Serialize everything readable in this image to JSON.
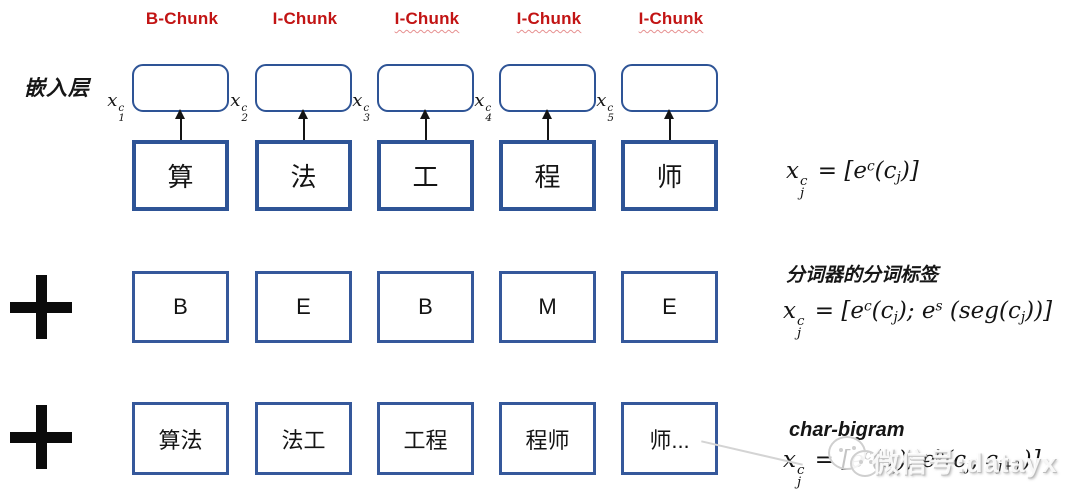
{
  "header": {
    "labels": [
      {
        "text": "B-Chunk",
        "underline": false
      },
      {
        "text": "I-Chunk",
        "underline": false
      },
      {
        "text": "I-Chunk",
        "underline": true
      },
      {
        "text": "I-Chunk",
        "underline": true
      },
      {
        "text": "I-Chunk",
        "underline": true
      }
    ]
  },
  "embedding": {
    "label": "嵌入层",
    "vectors": [
      {
        "tokens": [
          {
            "s": "n",
            "t": "x"
          },
          {
            "s": "stack",
            "a": "c",
            "b": "1"
          }
        ]
      },
      {
        "tokens": [
          {
            "s": "n",
            "t": "x"
          },
          {
            "s": "stack",
            "a": "c",
            "b": "2"
          }
        ]
      },
      {
        "tokens": [
          {
            "s": "n",
            "t": "x"
          },
          {
            "s": "stack",
            "a": "c",
            "b": "3"
          }
        ]
      },
      {
        "tokens": [
          {
            "s": "n",
            "t": "x"
          },
          {
            "s": "stack",
            "a": "c",
            "b": "4"
          }
        ]
      },
      {
        "tokens": [
          {
            "s": "n",
            "t": "x"
          },
          {
            "s": "stack",
            "a": "c",
            "b": "5"
          }
        ]
      }
    ]
  },
  "rows": {
    "characters": [
      "算",
      "法",
      "工",
      "程",
      "师"
    ],
    "seg_labels": [
      "B",
      "E",
      "B",
      "M",
      "E"
    ],
    "bigrams": [
      "算法",
      "法工",
      "工程",
      "程师",
      "师..."
    ]
  },
  "operators": {
    "plus": "+"
  },
  "annotations": {
    "seg_title": "分词器的分词标签",
    "bigram_title": "char-bigram"
  },
  "formulas": {
    "char": {
      "tokens": [
        {
          "s": "n",
          "t": "x"
        },
        {
          "s": "stack",
          "a": "c",
          "b": "j"
        },
        {
          "s": "n",
          "t": " = [e"
        },
        {
          "s": "sup",
          "t": "c"
        },
        {
          "s": "n",
          "t": "(c"
        },
        {
          "s": "sub",
          "t": "j"
        },
        {
          "s": "n",
          "t": ")]"
        }
      ]
    },
    "seg": {
      "tokens": [
        {
          "s": "n",
          "t": "x"
        },
        {
          "s": "stack",
          "a": "c",
          "b": "j"
        },
        {
          "s": "n",
          "t": " = [e"
        },
        {
          "s": "sup",
          "t": "c"
        },
        {
          "s": "n",
          "t": "(c"
        },
        {
          "s": "sub",
          "t": "j"
        },
        {
          "s": "n",
          "t": "); e"
        },
        {
          "s": "sup",
          "t": "s"
        },
        {
          "s": "n",
          "t": " (seg(c"
        },
        {
          "s": "sub",
          "t": "j"
        },
        {
          "s": "n",
          "t": "))]"
        }
      ]
    },
    "bigram": {
      "tokens": [
        {
          "s": "n",
          "t": "x"
        },
        {
          "s": "stack",
          "a": "c",
          "b": "j"
        },
        {
          "s": "n",
          "t": " = [e"
        },
        {
          "s": "sup",
          "t": "c"
        },
        {
          "s": "n",
          "t": "(c"
        },
        {
          "s": "sub",
          "t": "j"
        },
        {
          "s": "n",
          "t": "); e"
        },
        {
          "s": "sup",
          "t": "b"
        },
        {
          "s": "n",
          "t": "(c"
        },
        {
          "s": "sub",
          "t": "j"
        },
        {
          "s": "n",
          "t": ", c"
        },
        {
          "s": "sub",
          "t": "j+1"
        },
        {
          "s": "n",
          "t": ")]"
        }
      ]
    }
  },
  "watermark": {
    "text": "微信号:datayx"
  },
  "colors": {
    "box_border_blue": "#2E5496",
    "label_red": "#C21414",
    "watermark_gray": "#cfcfcf"
  }
}
